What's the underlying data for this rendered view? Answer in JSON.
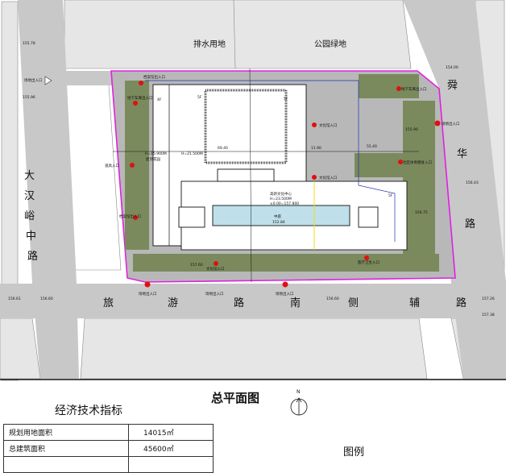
{
  "plan": {
    "zones": {
      "drainage": "排水用地",
      "park": "公园绿地"
    },
    "roads": {
      "west": [
        "大",
        "汉",
        "峪",
        "中",
        "路"
      ],
      "east": [
        "舜",
        "华",
        "路"
      ],
      "south": [
        "旅",
        "游",
        "路",
        "南",
        "侧",
        "辅",
        "路"
      ]
    },
    "entrances": {
      "site_left": "场地出入口",
      "parking_top": "档案馆出入口",
      "underground_left": "地下车库出入口",
      "service": "道具入口",
      "archive_side": "档案馆出入口",
      "culture_1": "文化馆入口",
      "culture_2": "文化馆入口",
      "culture_south": "文化馆入口",
      "underground_right": "地下车库出入口",
      "site_right": "场地出入口",
      "community": "社区体育健身入口",
      "medical": "医疗卫生入口",
      "site_south_1": "场地出入口",
      "site_south_2": "场地出入口",
      "site_south_3": "场地出入口"
    },
    "building": {
      "name": "高新文化中心",
      "height": "H=23.500M",
      "elevation": "±0.00=157.800",
      "atrium": "中庭",
      "atrium_elev": "152.84",
      "garden": "屋顶花园",
      "h_left": "H=15.900M",
      "h_mid": "H=21.500M",
      "floors": [
        "4F",
        "5F",
        "5F",
        "5F"
      ],
      "dims": [
        "69.40",
        "11.90",
        "55.40"
      ]
    },
    "elevations": [
      "155.78",
      "155.96",
      "154.00",
      "155.90",
      "157.60",
      "156.61",
      "156.60",
      "156.60",
      "157.26",
      "157.38",
      "156.43",
      "156.75"
    ]
  },
  "title": "总平面图",
  "compass": "N",
  "indicators": {
    "title": "经济技术指标",
    "rows": [
      {
        "label": "规划用地面积",
        "value": "14015㎡"
      },
      {
        "label": "总建筑面积",
        "value": "45600㎡"
      },
      {
        "label": "",
        "value": ""
      }
    ]
  },
  "legend": {
    "title": "图例"
  },
  "colors": {
    "boundary": "#e020e0",
    "road": "#c8c8c8",
    "green": "#7a8a5c",
    "entrance": "#e01010"
  }
}
